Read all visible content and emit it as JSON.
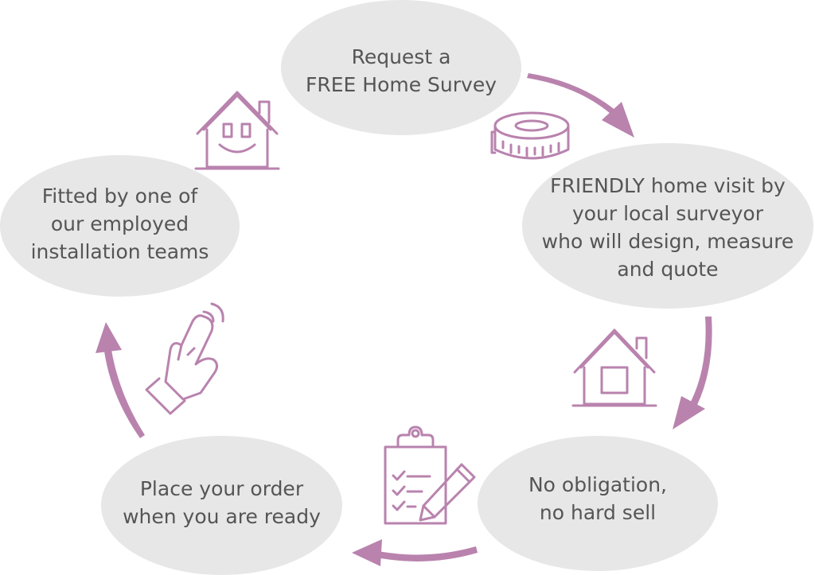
{
  "steps": [
    {
      "text": "Request a\nFREE Home Survey"
    },
    {
      "text": "FRIENDLY home visit by\nyour local surveyor\nwho will design, measure\nand quote"
    },
    {
      "text": "No obligation,\nno hard sell"
    },
    {
      "text": "Place your order\nwhen you are ready"
    },
    {
      "text": "Fitted by one of\nour employed\ninstallation teams"
    }
  ],
  "colors": {
    "ellipse_fill": "#e7e7e7",
    "text": "#555555",
    "accent": "#b983ae"
  },
  "icons": [
    "tape-measure-icon",
    "house-icon",
    "clipboard-checklist-icon",
    "pointing-hand-icon",
    "smiling-house-icon"
  ]
}
